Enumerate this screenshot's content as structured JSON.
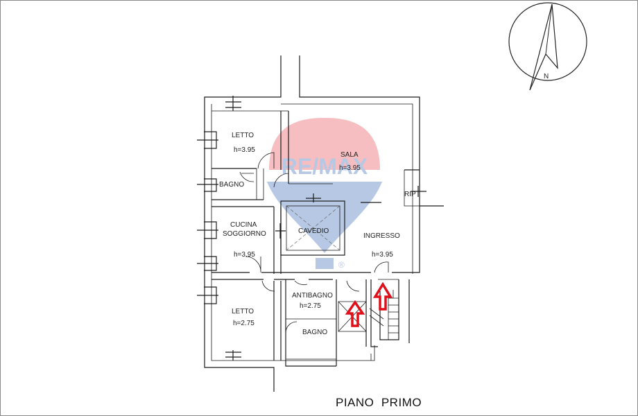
{
  "watermark": {
    "brand": "RE/MAX",
    "trademark": "®",
    "colors": {
      "red": "#e11b22",
      "blue": "#003da5"
    }
  },
  "compass": {
    "north_label": "N"
  },
  "rooms": {
    "letto_top": {
      "name": "LETTO",
      "height": "h=3.95"
    },
    "bagno_top": {
      "name": "BAGNO"
    },
    "sala": {
      "name": "SALA",
      "height": "h=3.95"
    },
    "rip": {
      "name": "RIP"
    },
    "cucina": {
      "name_line1": "CUCINA",
      "name_line2": "SOGGIORNO",
      "height": "h=3.95"
    },
    "cavedio": {
      "name": "CAVEDIO"
    },
    "ingresso": {
      "name": "INGRESSO",
      "height": "h=3.95"
    },
    "antibagno": {
      "name": "ANTIBAGNO",
      "height": "h=2.75"
    },
    "letto_bottom": {
      "name": "LETTO",
      "height": "h=2.75"
    },
    "bagno_bottom": {
      "name": "BAGNO"
    }
  },
  "floor_title": "PIANO  PRIMO",
  "colors": {
    "entry_arrow": "#e0101a",
    "walls": "#1a1a1a"
  }
}
